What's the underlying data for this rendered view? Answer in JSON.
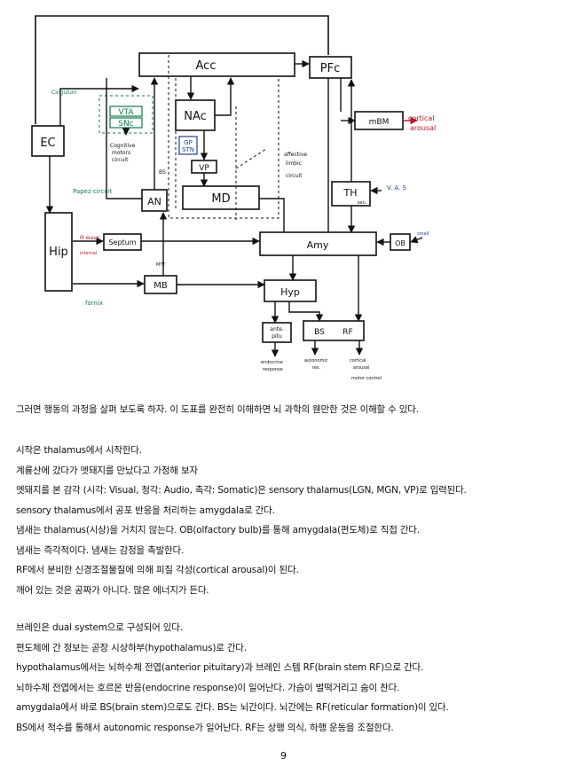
{
  "diagram": {
    "nodes": {
      "acc": "Acc",
      "pfc": "PFc",
      "ec": "EC",
      "nac": "NAc",
      "vta": "VTA",
      "snc": "SNc",
      "gp": "GP",
      "stn": "STN",
      "vp": "VP",
      "md": "MD",
      "an": "AN",
      "mbm": "mBM",
      "th": "TH",
      "th_sub": "sen.",
      "hip": "Hip",
      "septum": "Septum",
      "amy": "Amy",
      "ob": "OB",
      "mb": "MB",
      "hyp": "Hyp",
      "ante_pitu_1": "ante.",
      "ante_pitu_2": "pitu",
      "bs": "BS",
      "rf": "RF"
    },
    "labels": {
      "cingulum": "Cingulum",
      "cortical_arousal_1": "cortical",
      "cortical_arousal_2": "arousal",
      "cognitive_1": "Cognitive",
      "cognitive_2": "motors",
      "cognitive_3": "circuit",
      "affective_1": "affective",
      "affective_2": "limbic",
      "affective_3": "circuit",
      "bs_small": "BS",
      "papez": "Papez circuit",
      "vas": "V. A. S",
      "smell": "smell",
      "theta_1": "Θ wave",
      "theta_2": "internal",
      "mtt": "MTT",
      "fornix": "fornix",
      "endocrine_1": "endocrine",
      "endocrine_2": "response",
      "autonomic_1": "autonomic",
      "autonomic_2": "res.",
      "cortical_1": "cortical",
      "cortical_2": "arousal",
      "cortical_3": "motor control"
    }
  },
  "paragraphs": [
    [
      "그러면 행동의 과정을 살펴 보도록 하자. 이 도표를 완전히 이해하면 뇌 과학의 웬만한 것은 이해할 수 있다."
    ],
    [
      "시작은 thalamus에서 시작한다.",
      "계룡산에 갔다가 멧돼지를 만났다고 가정해 보자",
      "멧돼지를 본 감각 (시각: Visual, 청각: Audio, 촉각: Somatic)은 sensory thalamus(LGN, MGN, VP)로 입력된다.",
      "sensory thalamus에서 공포 반응을 처리하는 amygdala로 간다.",
      "냄새는 thalamus(시상)을 거치지 않는다. OB(olfactory bulb)를 통해 amygdala(편도체)로 직접 간다.",
      "냄새는 즉각적이다. 냄새는 감정을 촉발한다.",
      "RF에서 분비한 신경조절물질에 의해 피질 각성(cortical arousal)이 된다.",
      "깨어 있는 것은 공짜가 아니다. 많은 에너지가 든다."
    ],
    [
      "브레인은 dual system으로 구성되어 있다.",
      "편도체에 간 정보는 곧장 시상하부(hypothalamus)로 간다.",
      "hypothalamus에서는 뇌하수체 전엽(anterior pituitary)과 브레인 스템 RF(brain stem RF)으로 간다.",
      "뇌하수체 전엽에서는 호르몬 반응(endocrine response)이 일어난다. 가슴이 벌떡거리고 숨이 찬다.",
      "amygdala에서 바로 BS(brain stem)으로도 간다. BS는 뇌간이다. 뇌간에는 RF(reticular formation)이 있다.",
      "BS에서 척수를 통해서 autonomic response가 일어난다. RF는 상행 의식, 하행 운동을 조절한다."
    ]
  ],
  "page_number": "9",
  "colors": {
    "ink": "#111111",
    "red": "#b8142a",
    "green": "#0f7a4a",
    "blue": "#1f3f8f"
  }
}
